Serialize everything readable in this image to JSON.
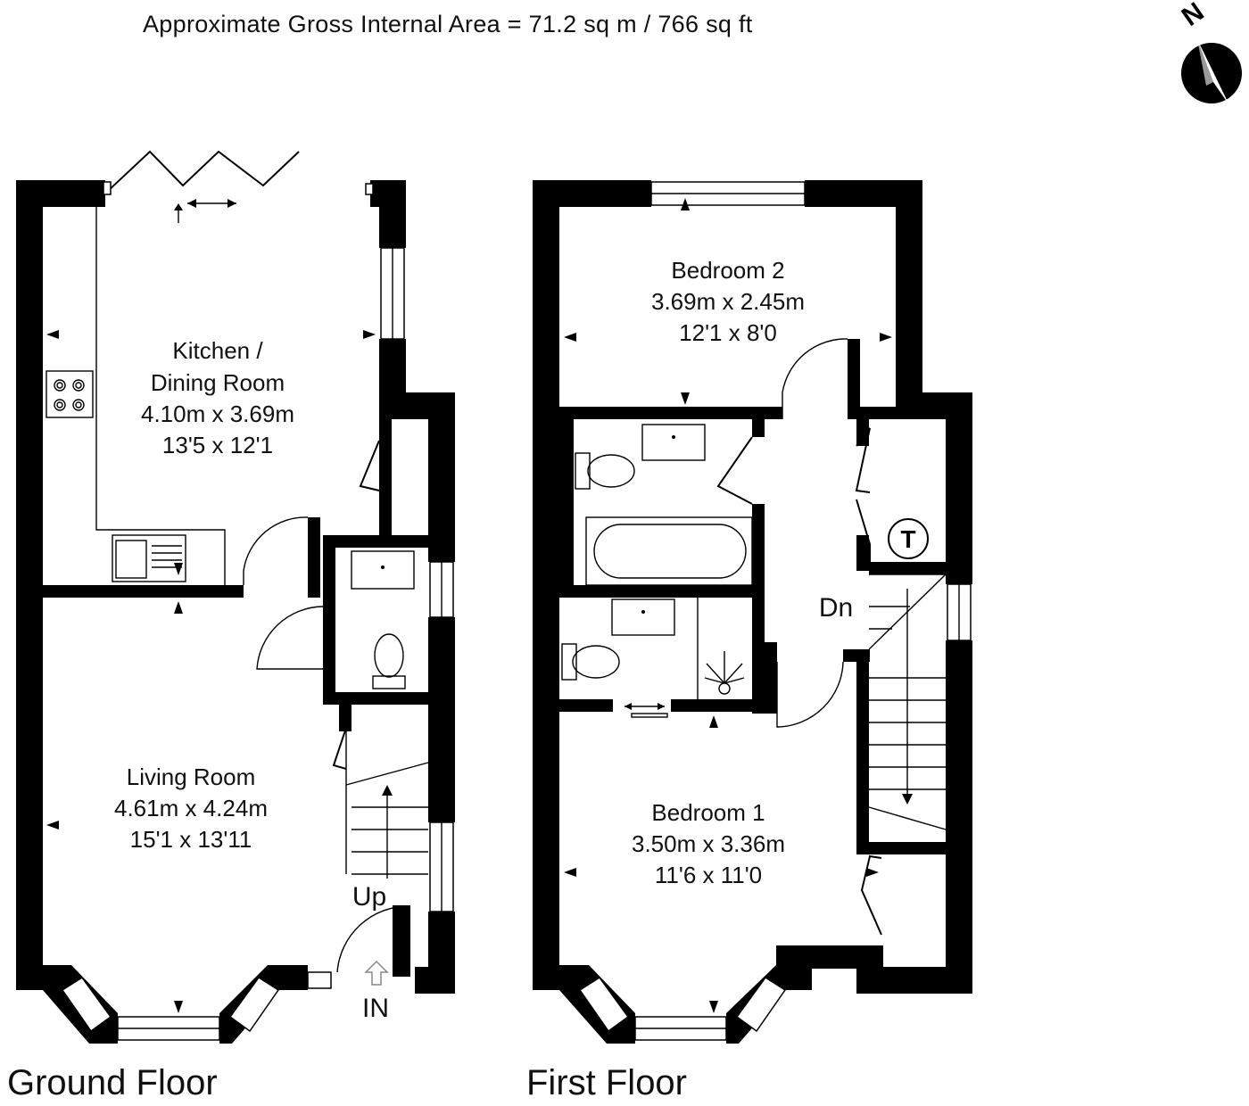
{
  "header": {
    "area_text": "Approximate Gross Internal Area = 71.2 sq m / 766 sq ft"
  },
  "compass": {
    "letter": "N"
  },
  "floors": [
    {
      "label": "Ground Floor"
    },
    {
      "label": "First Floor"
    }
  ],
  "rooms": {
    "kitchen": {
      "line1": "Kitchen /",
      "line2": "Dining Room",
      "metric": "4.10m x 3.69m",
      "imperial": "13'5 x 12'1"
    },
    "living": {
      "name": "Living Room",
      "metric": "4.61m x 4.24m",
      "imperial": "15'1 x 13'11"
    },
    "bedroom2": {
      "name": "Bedroom 2",
      "metric": "3.69m x 2.45m",
      "imperial": "12'1 x 8'0"
    },
    "bedroom1": {
      "name": "Bedroom 1",
      "metric": "3.50m x 3.36m",
      "imperial": "11'6 x 11'0"
    }
  },
  "labels": {
    "up": "Up",
    "in": "IN",
    "dn": "Dn",
    "tank": "T"
  }
}
